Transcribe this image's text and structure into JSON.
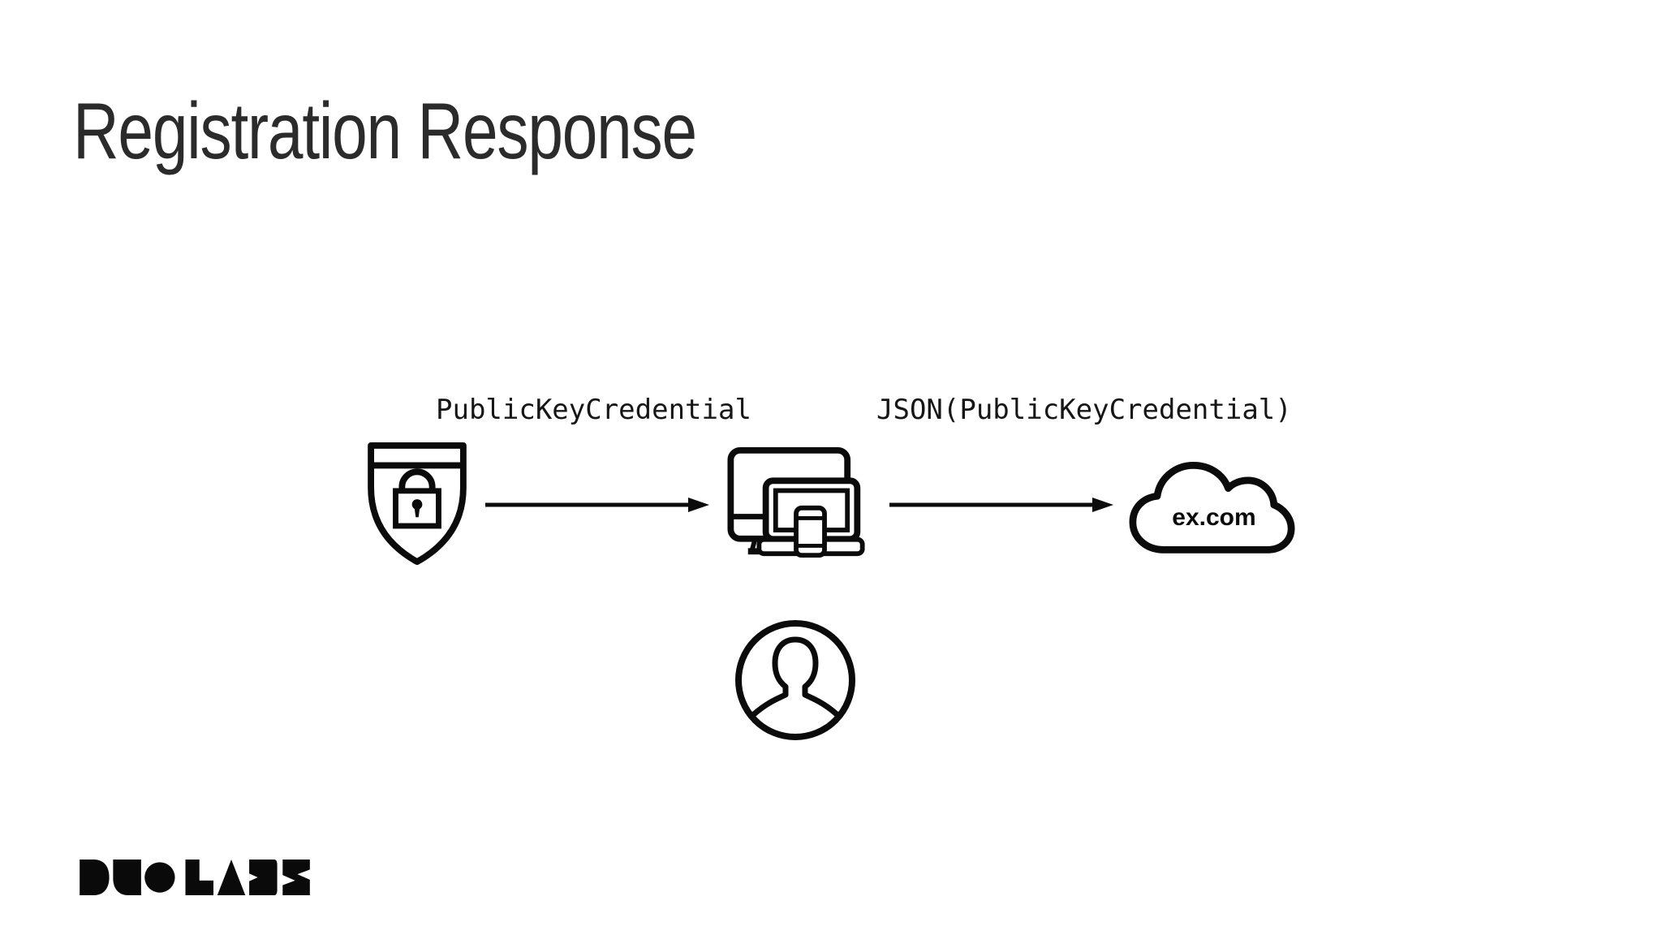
{
  "slide": {
    "title": "Registration Response"
  },
  "diagram": {
    "labels": {
      "authenticator_to_client": "PublicKeyCredential",
      "client_to_server": "JSON(PublicKeyCredential)"
    },
    "nodes": {
      "authenticator": {
        "icon": "shield-lock-icon"
      },
      "client_devices": {
        "icon": "devices-icon"
      },
      "server": {
        "icon": "cloud-icon",
        "label": "ex.com"
      },
      "user": {
        "icon": "person-icon"
      }
    }
  },
  "footer": {
    "logo_text": "DUO LABS"
  },
  "colors": {
    "background": "#ffffff",
    "title": "#2b2b2b",
    "label": "#161616",
    "ink": "#0b0b0b"
  }
}
